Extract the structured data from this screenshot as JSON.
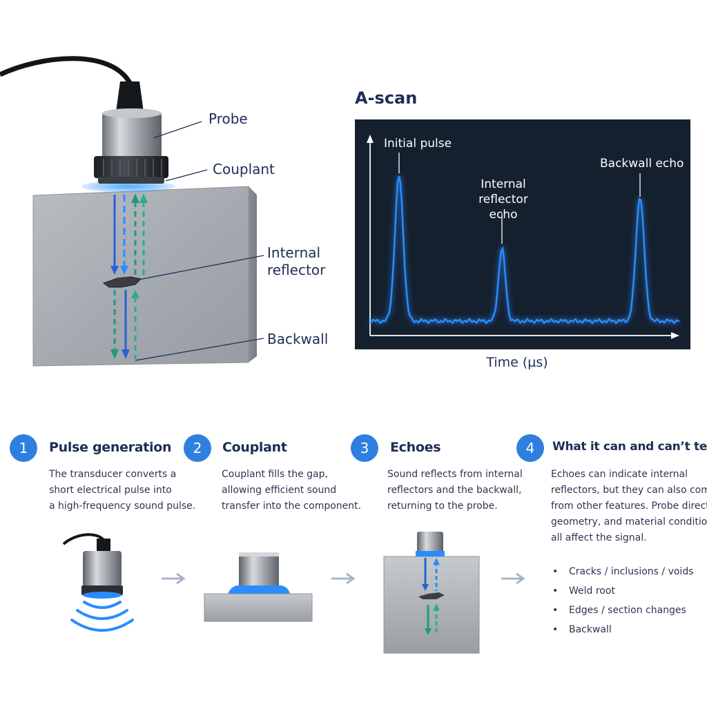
{
  "diagram": {
    "callouts": {
      "probe": "Probe",
      "couplant": "Couplant",
      "internal_reflector": [
        "Internal",
        "reflector"
      ],
      "backwall": "Backwall"
    }
  },
  "ascan": {
    "title": "A-scan",
    "xlabel": "Time (µs)",
    "peak_labels": {
      "initial_pulse": "Initial pulse",
      "internal_reflector_echo": [
        "Internal",
        "reflector echo"
      ],
      "backwall_echo": "Backwall echo"
    }
  },
  "chart_data": {
    "type": "line",
    "title": "A-scan",
    "xlabel": "Time (µs)",
    "ylabel": "",
    "series": [
      {
        "peaks": [
          {
            "label": "Initial pulse",
            "relative_amplitude": 1.0
          },
          {
            "label": "Internal reflector echo",
            "relative_amplitude": 0.5
          },
          {
            "label": "Backwall echo",
            "relative_amplitude": 0.86
          }
        ]
      }
    ],
    "grid": false,
    "axis_ticks": false
  },
  "steps": [
    {
      "number": "1",
      "title": "Pulse generation",
      "lines": [
        "The transducer converts a",
        "short electrical pulse into",
        "a high-frequency sound pulse."
      ]
    },
    {
      "number": "2",
      "title": "Couplant",
      "lines": [
        "Couplant fills the gap,",
        "allowing efficient sound",
        "transfer into the component."
      ]
    },
    {
      "number": "3",
      "title": "Echoes",
      "lines": [
        "Sound reflects from internal",
        "reflectors and the backwall,",
        "returning to the probe."
      ]
    },
    {
      "number": "4",
      "title": "What it can and can’t tell you",
      "lines": [
        "Echoes can indicate internal",
        "reflectors, but they can also come",
        "from other features. Probe direction,",
        "geometry, and material condition",
        "all affect the signal."
      ],
      "bullets": [
        "Cracks / inclusions / voids",
        "Weld root",
        "Edges / section changes",
        "Backwall"
      ]
    }
  ],
  "colors": {
    "accent_blue": "#2f7fe0",
    "signal_blue": "#2a8cff",
    "echo_green": "#1f9a7a",
    "panel_bg": "#15202f",
    "title_navy": "#1d2d55"
  }
}
